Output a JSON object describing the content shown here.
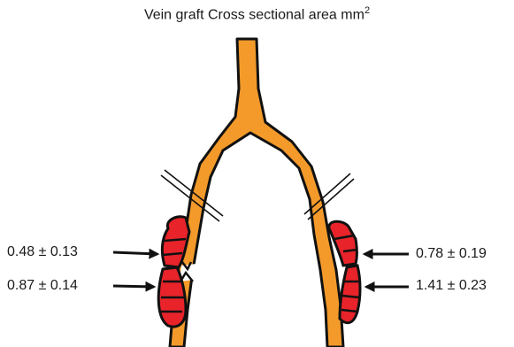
{
  "title": {
    "text": "Vein graft Cross sectional area mm",
    "superscript": "2"
  },
  "colors": {
    "vein": "#f39a2b",
    "stenosis": "#e8232a",
    "outline": "#111111"
  },
  "annotations": {
    "left_upper": "0.48 ± 0.13",
    "left_lower": "0.87 ± 0.14",
    "right_upper": "0.78 ± 0.19",
    "right_lower": "1.41 ± 0.23"
  }
}
